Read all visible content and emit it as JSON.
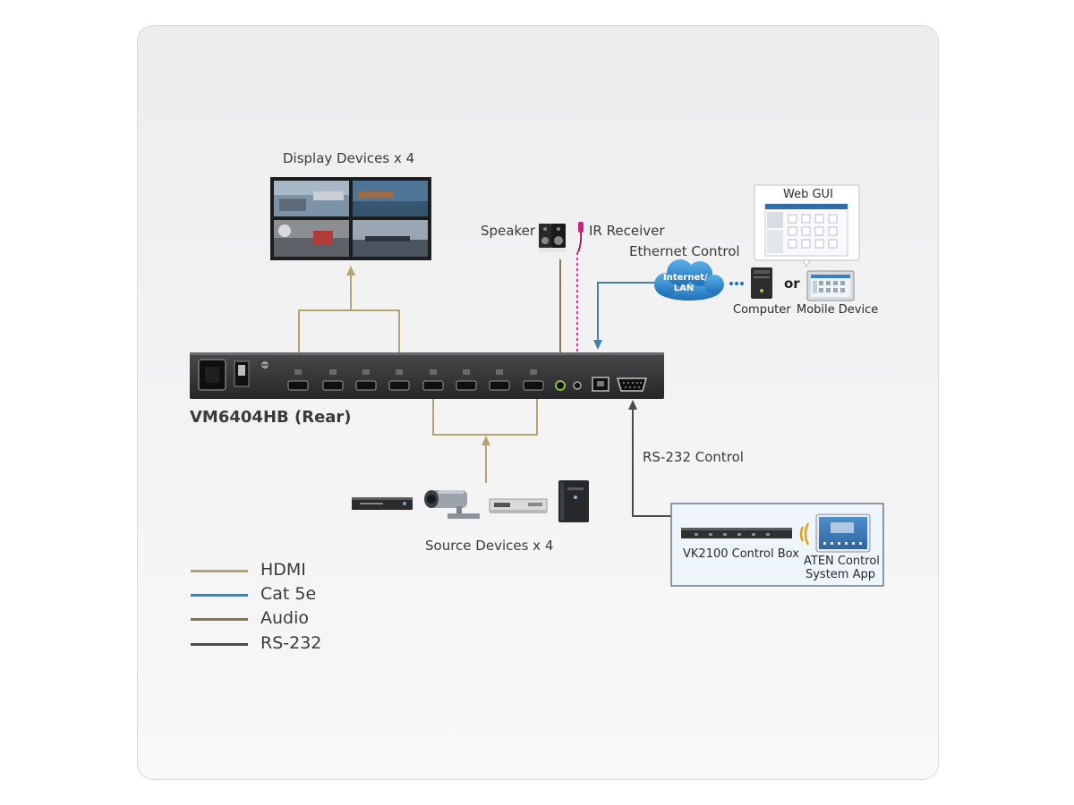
{
  "labels": {
    "display_devices": "Display Devices x 4",
    "speaker": "Speaker",
    "ir_receiver": "IR Receiver",
    "ethernet_control": "Ethernet Control",
    "web_gui": "Web GUI",
    "internet_lan_line1": "Internet/",
    "internet_lan_line2": "LAN",
    "or": "or",
    "computer": "Computer",
    "mobile_device": "Mobile Device",
    "device_name": "VM6404HB (Rear)",
    "rs232_control": "RS-232 Control",
    "source_devices": "Source Devices x 4",
    "vk2100": "VK2100 Control Box",
    "aten_app_line1": "ATEN Control",
    "aten_app_line2": "System App"
  },
  "legend": [
    {
      "label": "HDMI",
      "color": "#b5a46c"
    },
    {
      "label": "Cat 5e",
      "color": "#4a7fa8"
    },
    {
      "label": "Audio",
      "color": "#8a7452"
    },
    {
      "label": "RS-232",
      "color": "#4b4b4b"
    }
  ],
  "colors": {
    "hdmi": "#b5a46c",
    "cat5e": "#4a7fa8",
    "audio": "#8a7452",
    "rs232": "#4b4b4b",
    "ir": "#d63c8f"
  },
  "icons": [
    "monitor-wall-icon",
    "speaker-icon",
    "ir-receiver-icon",
    "cloud-icon",
    "computer-icon",
    "tablet-icon",
    "web-gui-window-icon",
    "blu-ray-player-icon",
    "camera-icon",
    "media-player-icon",
    "pc-tower-icon",
    "control-box-icon",
    "wireless-icon"
  ]
}
